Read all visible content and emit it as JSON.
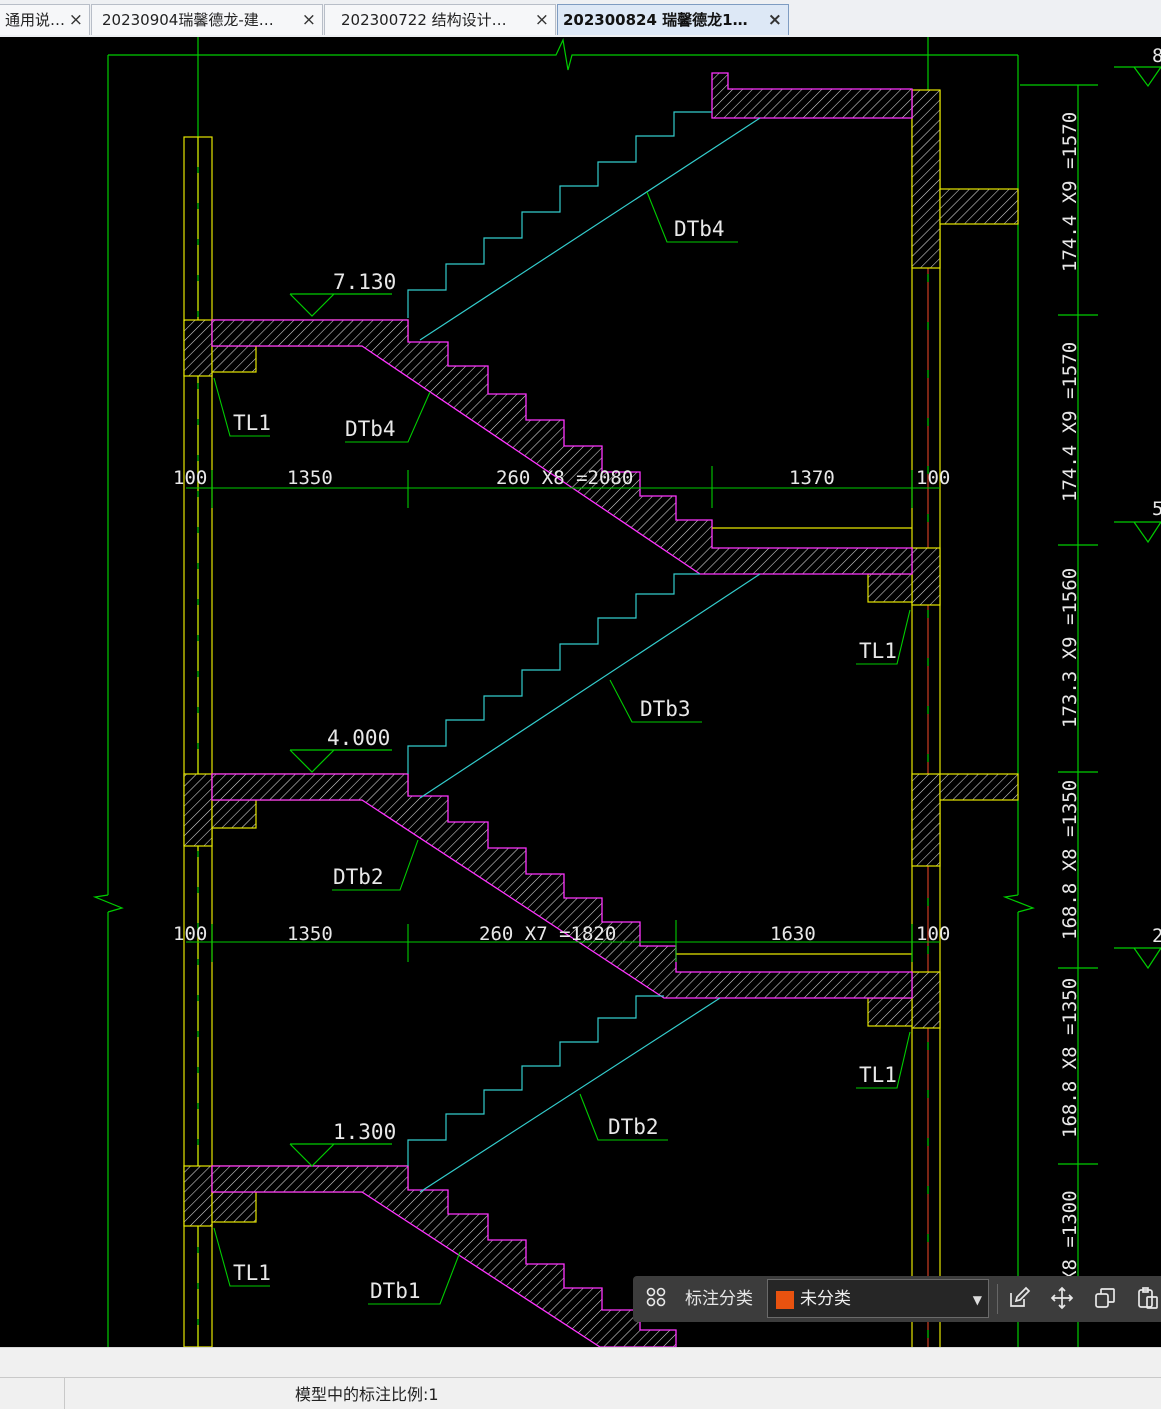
{
  "tabs": [
    {
      "label": "通用说…",
      "close": "×",
      "active": false
    },
    {
      "label": "20230904瑞馨德龙-建…",
      "close": "×",
      "active": false
    },
    {
      "label": "202300722 结构设计…",
      "close": "×",
      "active": false
    },
    {
      "label": "202300824 瑞馨德龙1…",
      "close": "×",
      "active": true
    }
  ],
  "drawing": {
    "elevations": [
      "7.130",
      "4.000",
      "1.300"
    ],
    "horizontal_dims": {
      "upper": [
        "100",
        "1350",
        "260 X8 =2080",
        "1370",
        "100"
      ],
      "lower": [
        "100",
        "1350",
        "260 X7 =1820",
        "1630",
        "100"
      ]
    },
    "vertical_dims": [
      "174.4 X9 =1570",
      "174.4 X9 =1570",
      "173.3 X9 =1560",
      "168.8 X8 =1350",
      "168.8 X8 =1350",
      "X8 =1300"
    ],
    "labels": {
      "dtb4_top": "DTb4",
      "dtb4_bottom": "DTb4",
      "dtb3": "DTb3",
      "dtb2_left": "DTb2",
      "dtb2_right": "DTb2",
      "dtb1": "DTb1",
      "tl1_a": "TL1",
      "tl1_b": "TL1",
      "tl1_c": "TL1",
      "tl1_d": "TL1"
    },
    "edge_marks": [
      "8",
      "5",
      "2"
    ]
  },
  "annotation_toolbar": {
    "icons": [
      "grid-icon",
      "edit-icon",
      "move-icon",
      "copy-icon",
      "paste-icon"
    ],
    "label": "标注分类",
    "category": "未分类",
    "category_color": "#e8520f"
  },
  "status": {
    "text": "模型中的标注比例:1"
  },
  "colors": {
    "background": "#000000",
    "dim_green": "#00cc00",
    "wall_yellow": "#e6e600",
    "stair_cyan": "#33cccc",
    "slab_magenta": "#ff33ff",
    "hatch_white": "#d8d8d8"
  }
}
